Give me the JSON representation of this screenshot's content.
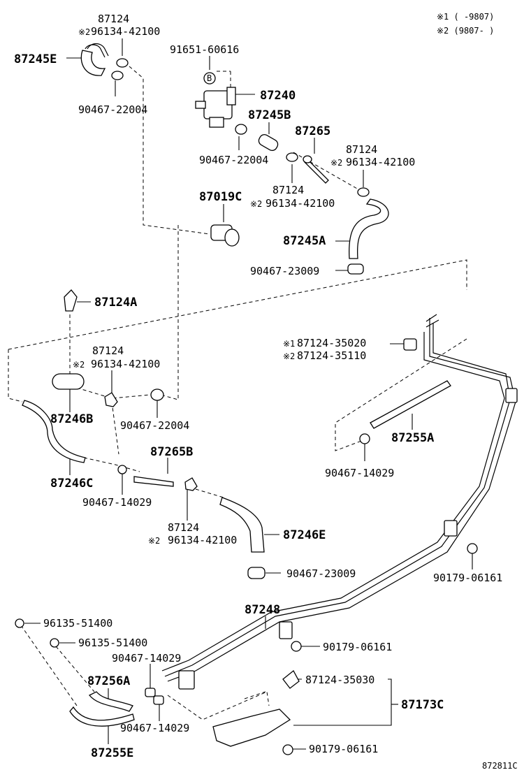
{
  "notes": {
    "note1": "※1 (      -9807)",
    "note2": "※2 (9807-      )"
  },
  "labels": {
    "l87124_a": "87124",
    "l96134_a": "96134-42100",
    "l87245E": "87245E",
    "l91651": "91651-60616",
    "l87240": "87240",
    "l90467_22004_a": "90467-22004",
    "l87245B": "87245B",
    "l87265": "87265",
    "l87124_b": "87124",
    "l96134_b": "96134-42100",
    "l90467_22004_b": "90467-22004",
    "l87124_c": "87124",
    "l96134_c": "96134-42100",
    "l87019C": "87019C",
    "l87245A": "87245A",
    "l90467_23009_a": "90467-23009",
    "l87124A": "87124A",
    "l87124_35020": "87124-35020",
    "l87124_35110": "87124-35110",
    "l87124_d": "87124",
    "l96134_d": "96134-42100",
    "l87246B": "87246B",
    "l90467_22004_c": "90467-22004",
    "l87255A": "87255A",
    "l87246C": "87246C",
    "l87265B": "87265B",
    "l90467_14029_a": "90467-14029",
    "l90467_14029_b": "90467-14029",
    "l87124_e": "87124",
    "l96134_e": "96134-42100",
    "l87246E": "87246E",
    "l90179_a": "90179-06161",
    "l90467_23009_b": "90467-23009",
    "l87248": "87248",
    "l96135_a": "96135-51400",
    "l96135_b": "96135-51400",
    "l90179_b": "90179-06161",
    "l90467_14029_c": "90467-14029",
    "l87256A": "87256A",
    "l87124_35030": "87124-35030",
    "l87173C": "87173C",
    "l90467_14029_d": "90467-14029",
    "l87255E": "87255E",
    "l90179_c": "90179-06161",
    "marker_b": "B",
    "mark_x1": "※1",
    "mark_x2": "※2",
    "mark_x2_short": "※2"
  },
  "footer": {
    "figure_code": "872811C"
  }
}
